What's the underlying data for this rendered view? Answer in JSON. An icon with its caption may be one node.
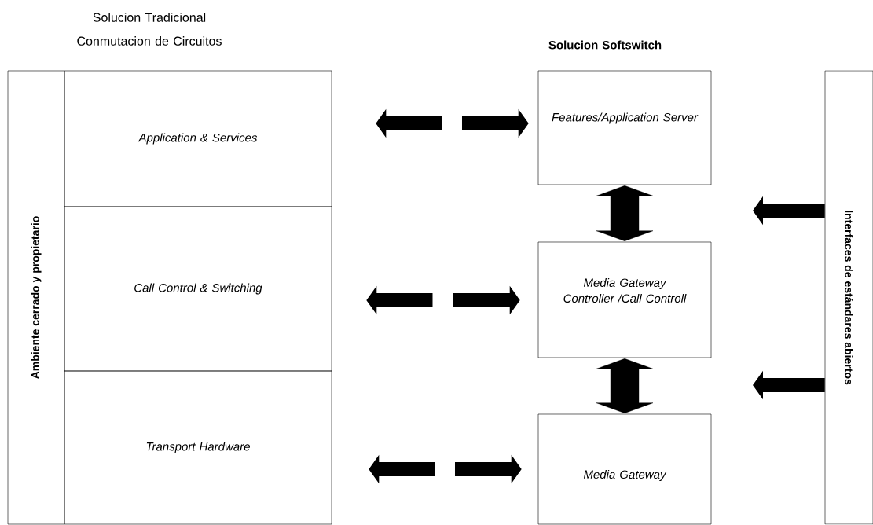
{
  "diagram": {
    "nodes": [
      {
        "text": [
          "Ambiente cerrado y propietario"
        ]
      },
      {
        "text": [
          "Application & Services"
        ]
      },
      {
        "text": [
          "Call Control & Switching"
        ]
      },
      {
        "text": [
          "Transport Hardware"
        ]
      },
      {
        "text": [
          "Features/Application Server"
        ]
      },
      {
        "text": [
          "Media Gateway Controller /Call Controll"
        ]
      },
      {
        "text": [
          "Media Gateway"
        ]
      },
      {
        "text": [
          "Interfaces de estándares abiertos"
        ]
      }
    ],
    "edges": [
      {
        "from": 1,
        "to": 4,
        "arrow": "both",
        "style": "dashed"
      },
      {
        "from": 2,
        "to": 5,
        "arrow": "both",
        "style": "dashed"
      },
      {
        "from": 3,
        "to": 6,
        "arrow": "both",
        "style": "dashed"
      },
      {
        "from": 4,
        "to": 5,
        "arrow": "both",
        "style": "thick"
      },
      {
        "from": 5,
        "to": 6,
        "arrow": "both",
        "style": "thick"
      },
      {
        "from": 7,
        "to": null,
        "arrow": "to"
      },
      {
        "from": 7,
        "to": null,
        "arrow": "to"
      }
    ],
    "labels": [
      "Solucion Tradicional Conmutacion de Circuitos",
      "Solucion Softswitch"
    ]
  }
}
